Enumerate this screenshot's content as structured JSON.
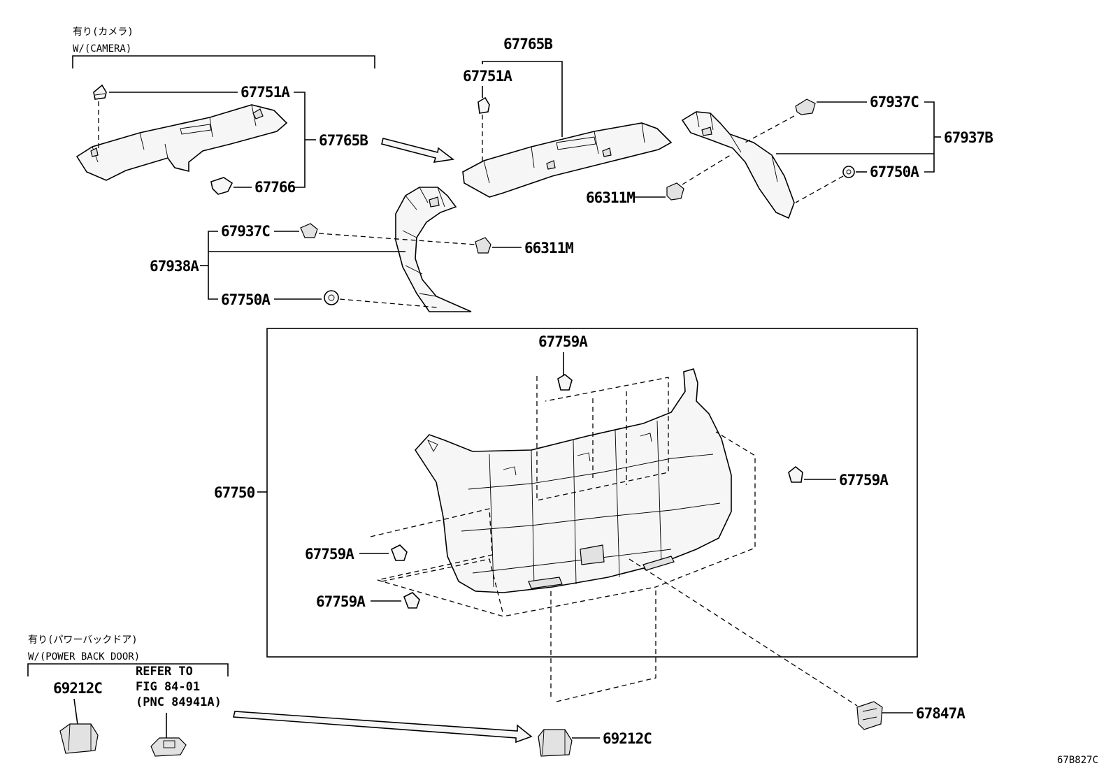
{
  "header_camera": {
    "jp": "有り(カメラ)",
    "en": "W/(CAMERA)"
  },
  "header_power": {
    "jp": "有り(パワーバックドア)",
    "en": "W/(POWER BACK DOOR)"
  },
  "refer": {
    "line1": "REFER TO",
    "line2": "FIG 84-01",
    "line3": "(PNC 84941A)"
  },
  "labels": {
    "p67751A_left": "67751A",
    "p67765B_left": "67765B",
    "p67766": "67766",
    "p67765B_top": "67765B",
    "p67751A_mid": "67751A",
    "p67937C_right": "67937C",
    "p67937B": "67937B",
    "p67750A_right": "67750A",
    "p66311M_right": "66311M",
    "p67937C_left": "67937C",
    "p67938A": "67938A",
    "p66311M_mid": "66311M",
    "p67750A_left": "67750A",
    "p67759A_top": "67759A",
    "p67759A_right": "67759A",
    "p67750": "67750",
    "p67759A_left1": "67759A",
    "p67759A_left2": "67759A",
    "p69212C_left": "69212C",
    "p69212C_right": "69212C",
    "p67847A": "67847A"
  },
  "figure_code": "67B827C"
}
